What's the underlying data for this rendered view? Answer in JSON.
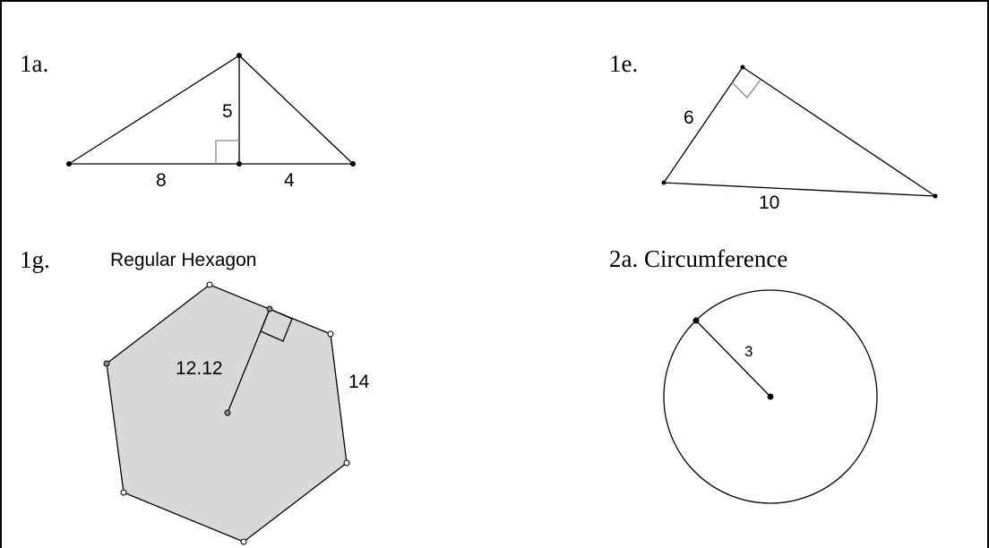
{
  "problems": {
    "p1a": {
      "label": "1a.",
      "height_label": "5",
      "base_left_label": "8",
      "base_right_label": "4"
    },
    "p1e": {
      "label": "1e.",
      "leg_label": "6",
      "hypotenuse_label": "10"
    },
    "p1g": {
      "label": "1g.",
      "title": "Regular Hexagon",
      "apothem_label": "12.12",
      "side_label": "14",
      "fill_color": "#d9d9d9"
    },
    "p2a": {
      "label": "2a. Circumference",
      "radius_label": "3"
    }
  }
}
